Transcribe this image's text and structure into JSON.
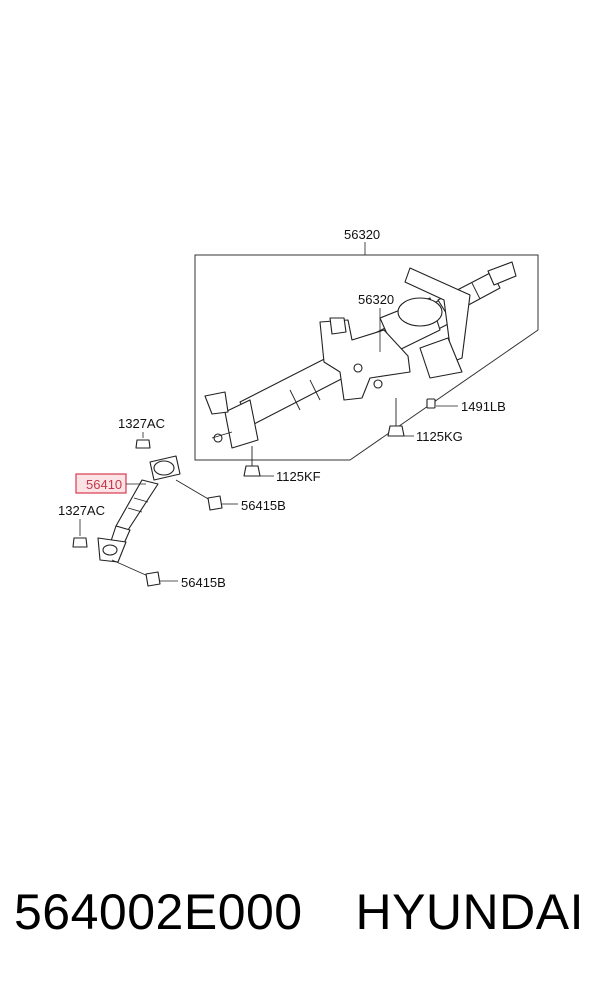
{
  "labels": {
    "column_assembly_top": "56320",
    "column_body": "56320",
    "bolt_1491lb": "1491LB",
    "bolt_1125kg": "1125KG",
    "bolt_1125kf": "1125KF",
    "nut_upper": "1327AC",
    "joint_highlight": "56410",
    "bolt_56415b_upper": "56415B",
    "nut_lower": "1327AC",
    "bolt_56415b_lower": "56415B"
  },
  "footer": {
    "part_number": "564002E000",
    "brand": "HYUNDAI"
  },
  "colors": {
    "highlight_stroke": "#d83a4e",
    "highlight_fill": "#fbe3e6",
    "line": "#222222"
  }
}
